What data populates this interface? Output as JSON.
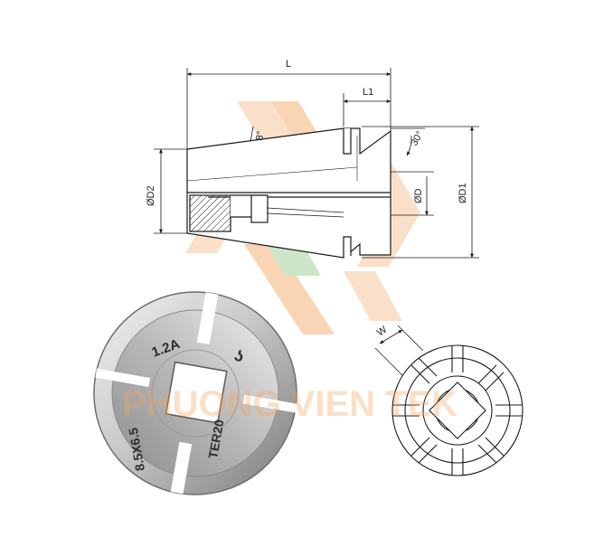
{
  "dimensions": {
    "length": "L",
    "length_l1": "L1",
    "diameter_d1": "ØD1",
    "diameter_d2": "ØD2",
    "diameter_d": "ØD",
    "chamfer": "8°",
    "angle": "30°",
    "slot_width": "W"
  },
  "collet_markings": {
    "size": "1.2A",
    "square": "8.5X6.5",
    "model": "TER20",
    "logo": "ʖ"
  },
  "watermark": {
    "text": "PHUONG VIEN TEK"
  },
  "colors": {
    "line": "#1a1a1a",
    "watermark": "#f4a460",
    "steel_light": "#e6e6e6",
    "steel_dark": "#7d7d7d"
  }
}
